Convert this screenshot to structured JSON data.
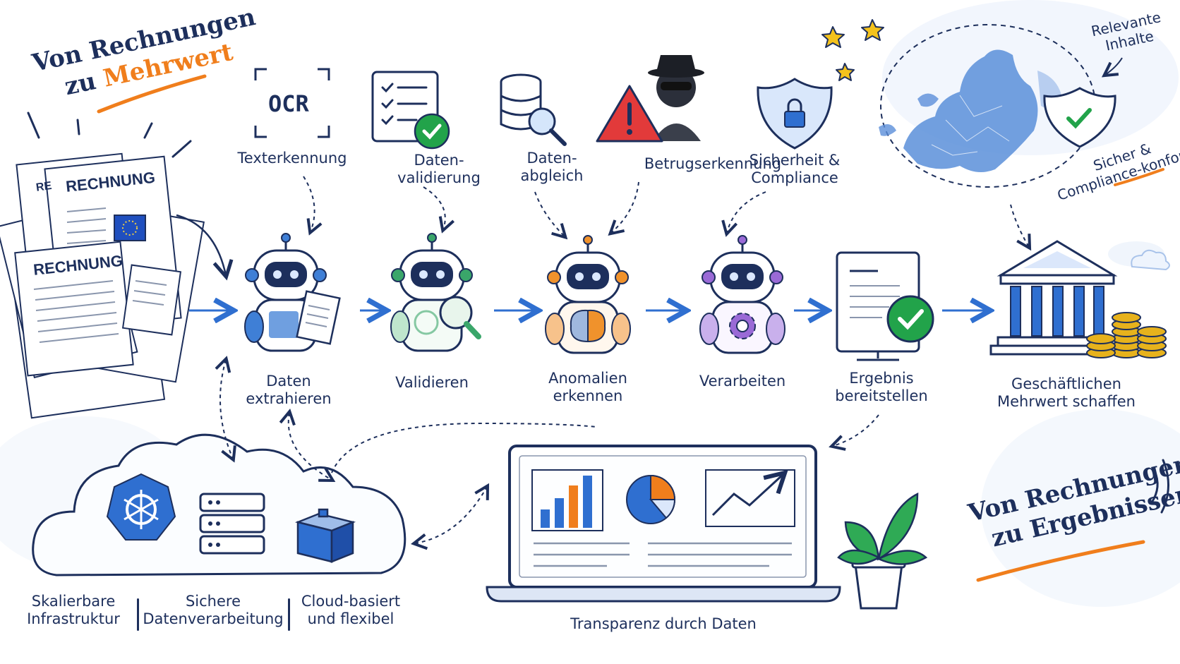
{
  "title": {
    "line1": "Von Rechnungen",
    "line2_prefix": "zu",
    "line2_accent": "Mehrwert"
  },
  "closing_title": {
    "line1": "Von Rechnungen",
    "line2": "zu Ergebnissen"
  },
  "invoice_docs": {
    "doc_title": "RECHNUNG",
    "doc_partial": "RE"
  },
  "ocr_icon_text": "OCR",
  "features": [
    {
      "lines": [
        "Texterkennung"
      ],
      "icon": "ocr-scan-icon"
    },
    {
      "lines": [
        "Daten-",
        "validierung"
      ],
      "icon": "checklist-check-icon"
    },
    {
      "lines": [
        "Daten-",
        "abgleich"
      ],
      "icon": "database-search-icon"
    },
    {
      "lines": [
        "Betrugserkennung"
      ],
      "icon": "fraud-warning-icon"
    },
    {
      "lines": [
        "Sicherheit &",
        "Compliance"
      ],
      "icon": "shield-lock-icon"
    }
  ],
  "steps": [
    {
      "lines": [
        "Daten",
        "extrahieren"
      ],
      "icon": "robot-document-icon",
      "accent": "#3f7fd6"
    },
    {
      "lines": [
        "Validieren"
      ],
      "icon": "robot-magnifier-icon",
      "accent": "#3aa66a"
    },
    {
      "lines": [
        "Anomalien",
        "erkennen"
      ],
      "icon": "robot-brain-icon",
      "accent": "#f0922c"
    },
    {
      "lines": [
        "Verarbeiten"
      ],
      "icon": "robot-gear-icon",
      "accent": "#9a6ad6"
    },
    {
      "lines": [
        "Ergebnis",
        "bereitstellen"
      ],
      "icon": "monitor-check-icon",
      "accent": "#22a34a"
    },
    {
      "lines": [
        "Geschäftlichen",
        "Mehrwert schaffen"
      ],
      "icon": "bank-coins-icon",
      "accent": "#e7b21c"
    }
  ],
  "europe_notes": {
    "relevant": [
      "Relevante",
      "Inhalte"
    ],
    "compliance": [
      "Sicher &",
      "Compliance-konform"
    ]
  },
  "infrastructure": [
    {
      "lines": [
        "Skalierbare",
        "Infrastruktur"
      ],
      "icon": "kubernetes-icon"
    },
    {
      "lines": [
        "Sichere",
        "Datenverarbeitung"
      ],
      "icon": "server-stack-icon"
    },
    {
      "lines": [
        "Cloud-basiert",
        "und flexibel"
      ],
      "icon": "container-icon"
    }
  ],
  "dashboard": {
    "caption": "Transparenz durch Daten"
  },
  "colors": {
    "ink": "#1d2f5c",
    "blue": "#2f6fd0",
    "orange": "#f07e1c",
    "green": "#22a34a",
    "red": "#e23a3a",
    "gold": "#e7b21c"
  }
}
